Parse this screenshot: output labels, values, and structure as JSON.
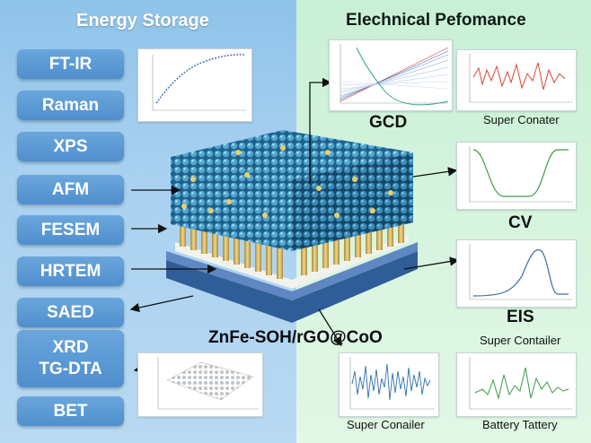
{
  "headers": {
    "left": "Energy Storage",
    "right": "Elechnical Pefomance"
  },
  "techniques": [
    "FT-IR",
    "Raman",
    "XPS",
    "AFM",
    "FESEM",
    "HRTEM",
    "SAED"
  ],
  "techniques_tall": [
    "XRD",
    "TG-DTA"
  ],
  "technique_last": "BET",
  "material": "ZnFe-SOH/rGO@CoO",
  "labels": {
    "gcd": "GCD",
    "super_conater": "Super Conater",
    "cv": "CV",
    "eis": "EIS",
    "super_contailer": "Super Contailer",
    "super_conailer": "Super Conailer",
    "battery_tattery": "Battery Tattery"
  },
  "colors": {
    "tech_box": "#5a99d4",
    "line_red": "#d9473c",
    "line_green": "#3c9b4a",
    "line_blue": "#3b6db0"
  }
}
